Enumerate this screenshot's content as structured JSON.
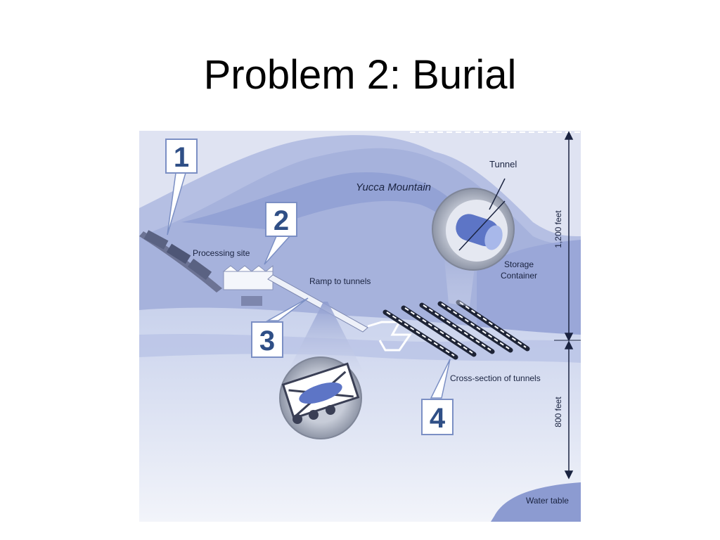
{
  "slide": {
    "title": "Problem 2: Burial"
  },
  "diagram": {
    "labels": {
      "mountain": "Yucca Mountain",
      "tunnel": "Tunnel",
      "processing": "Processing site",
      "ramp": "Ramp to tunnels",
      "storage_line1": "Storage",
      "storage_line2": "Container",
      "cross_section": "Cross-section of tunnels",
      "water_table": "Water table",
      "height_upper": "1,200 feet",
      "height_lower": "800 feet"
    },
    "steps": [
      "1",
      "2",
      "3",
      "4"
    ],
    "colors": {
      "sky": "#cdd4eb",
      "mountain": "#a6b2dc",
      "mountain_dark": "#8c9bd1",
      "ground_light": "#e6ebf6",
      "callout_border": "#7b8fc4",
      "number": "#2f4f86"
    }
  }
}
